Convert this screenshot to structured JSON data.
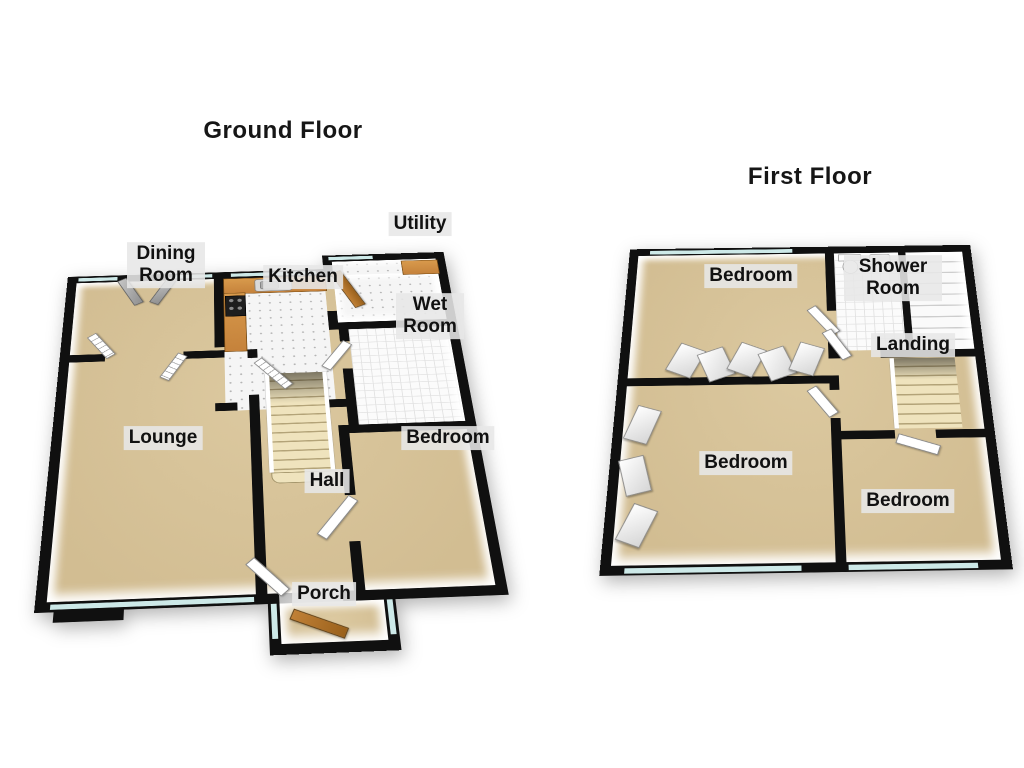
{
  "image_title": "3D floor plan of a two-storey house",
  "colors": {
    "wall": "#101010",
    "floorBeige": "#d2bd92",
    "floorTile": "#f5f5f5",
    "glass": "#cde9e8",
    "counterWood": "#c5823b",
    "doorWood": "#c08036",
    "stair": "#efe3bd",
    "stairEdge": "#b3a378",
    "labelBg": "rgba(231,231,231,0.88)",
    "labelText": "#111111"
  },
  "floors": [
    {
      "title": "Ground Floor",
      "rooms": [
        {
          "key": "dining-room",
          "label": "Dining Room"
        },
        {
          "key": "kitchen",
          "label": "Kitchen"
        },
        {
          "key": "utility",
          "label": "Utility"
        },
        {
          "key": "wet-room",
          "label": "Wet Room"
        },
        {
          "key": "lounge",
          "label": "Lounge"
        },
        {
          "key": "bedroom",
          "label": "Bedroom"
        },
        {
          "key": "hall",
          "label": "Hall"
        },
        {
          "key": "porch",
          "label": "Porch"
        }
      ]
    },
    {
      "title": "First Floor",
      "rooms": [
        {
          "key": "bedroom-front",
          "label": "Bedroom"
        },
        {
          "key": "shower-room",
          "label": "Shower Room"
        },
        {
          "key": "landing",
          "label": "Landing"
        },
        {
          "key": "bedroom-rear",
          "label": "Bedroom"
        },
        {
          "key": "bedroom-side",
          "label": "Bedroom"
        }
      ]
    }
  ]
}
